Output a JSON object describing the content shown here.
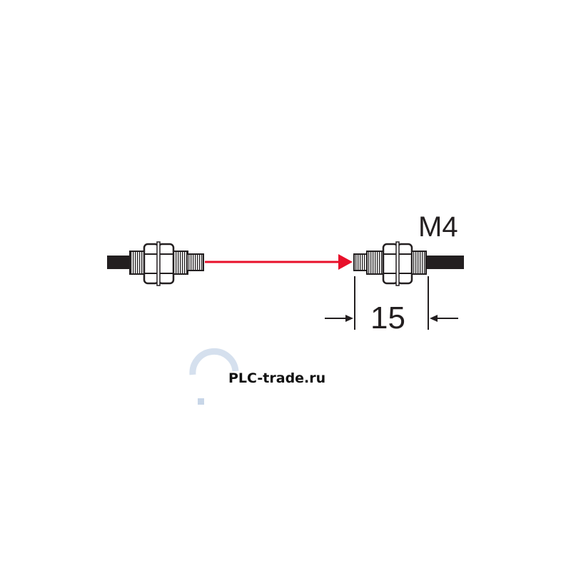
{
  "diagram": {
    "thread_label": "M4",
    "dimension_value": "15",
    "beam_color": "#e8102a",
    "line_color": "#231f20"
  },
  "watermark": {
    "text": "PLC-trade.ru",
    "logo_color": "#c8d6e8"
  }
}
